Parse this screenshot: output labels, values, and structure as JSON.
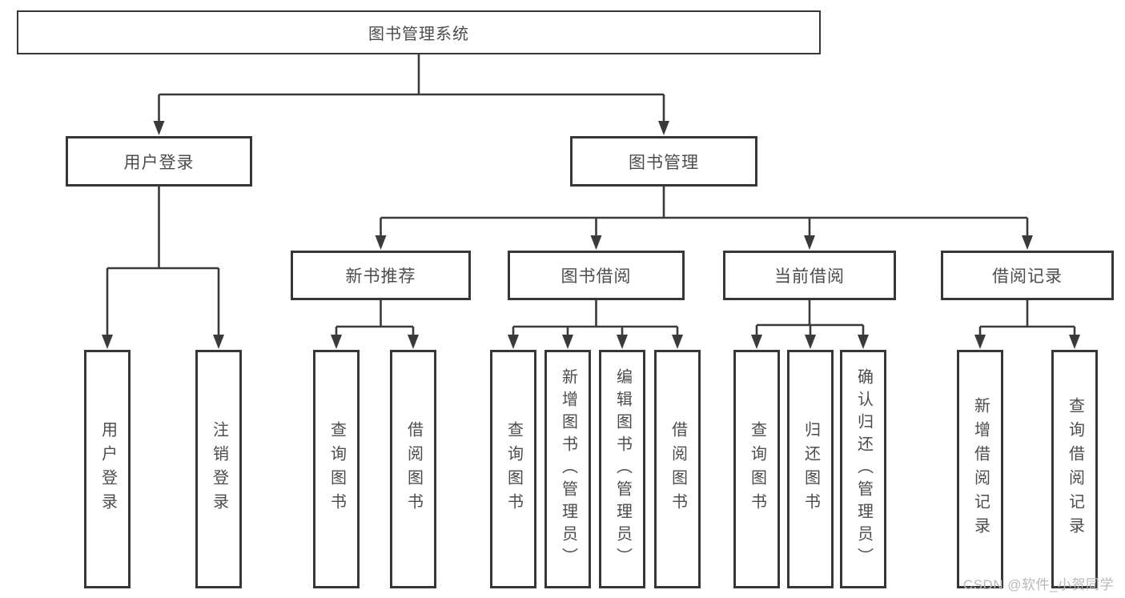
{
  "diagram_title": "图书管理系统",
  "tree": {
    "root": {
      "label": "图书管理系统"
    },
    "level2": [
      {
        "label": "用户登录",
        "leaves": [
          {
            "label": "用户登录"
          },
          {
            "label": "注销登录"
          }
        ]
      },
      {
        "label": "图书管理",
        "children": [
          {
            "label": "新书推荐",
            "leaves": [
              {
                "label": "查询图书"
              },
              {
                "label": "借阅图书"
              }
            ]
          },
          {
            "label": "图书借阅",
            "leaves": [
              {
                "label": "查询图书"
              },
              {
                "label": "新增图书（管理员）"
              },
              {
                "label": "编辑图书（管理员）"
              },
              {
                "label": "借阅图书"
              }
            ]
          },
          {
            "label": "当前借阅",
            "leaves": [
              {
                "label": "查询图书"
              },
              {
                "label": "归还图书"
              },
              {
                "label": "确认归还（管理员）"
              }
            ]
          },
          {
            "label": "借阅记录",
            "leaves": [
              {
                "label": "新增借阅记录"
              },
              {
                "label": "查询借阅记录"
              }
            ]
          }
        ]
      }
    ]
  },
  "watermark": "CSDN @软件_小贺同学",
  "colors": {
    "line": "#3a3a3a",
    "border": "#373737",
    "node_text": "#4c4c4c",
    "watermark": "#b9b9b9",
    "background": "#ffffff"
  }
}
